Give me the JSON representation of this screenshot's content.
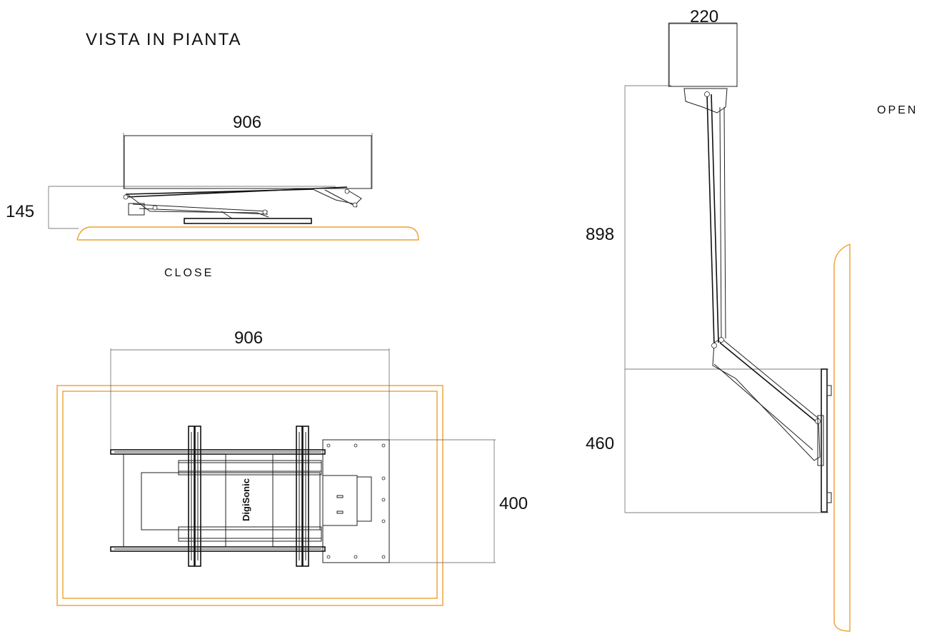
{
  "title": "VISTA IN PIANTA",
  "states": {
    "close": "CLOSE",
    "open": "OPEN"
  },
  "dimensions": {
    "close_width": "906",
    "close_height": "145",
    "plan_width": "906",
    "plan_depth": "400",
    "open_box_width": "220",
    "open_drop": "898",
    "open_tv_depth": "460"
  },
  "logo_text": "DigiSonic",
  "colors": {
    "line": "#222222",
    "outline": "#f0a030"
  }
}
